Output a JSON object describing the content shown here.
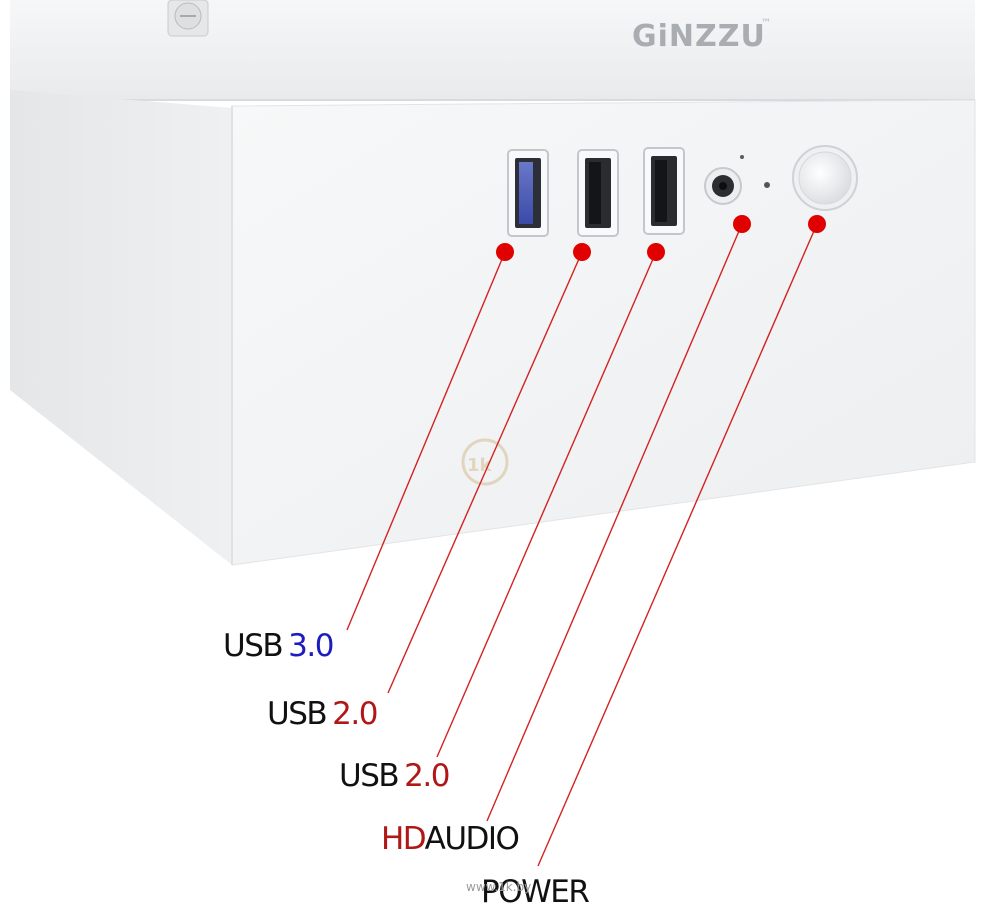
{
  "brand": {
    "logo_text": "GiNZZU",
    "trademark": "™"
  },
  "ports": [
    {
      "id": "usb30",
      "label_prefix": "USB",
      "label_suffix": "3.0",
      "suffix_color": "#1d1dbf"
    },
    {
      "id": "usb20a",
      "label_prefix": "USB",
      "label_suffix": "2.0",
      "suffix_color": "#b01818"
    },
    {
      "id": "usb20b",
      "label_prefix": "USB",
      "label_suffix": "2.0",
      "suffix_color": "#b01818"
    },
    {
      "id": "hdaudio",
      "label_prefix": "HD",
      "label_suffix": "AUDIO",
      "prefix_color": "#b01818"
    },
    {
      "id": "power",
      "label_prefix": "POWER",
      "label_suffix": ""
    }
  ],
  "watermark": "www.1k.by",
  "colors": {
    "dot": "#e00000",
    "line": "#d02020",
    "case_front": "#f2f3f4",
    "case_top": "#ecedee"
  }
}
